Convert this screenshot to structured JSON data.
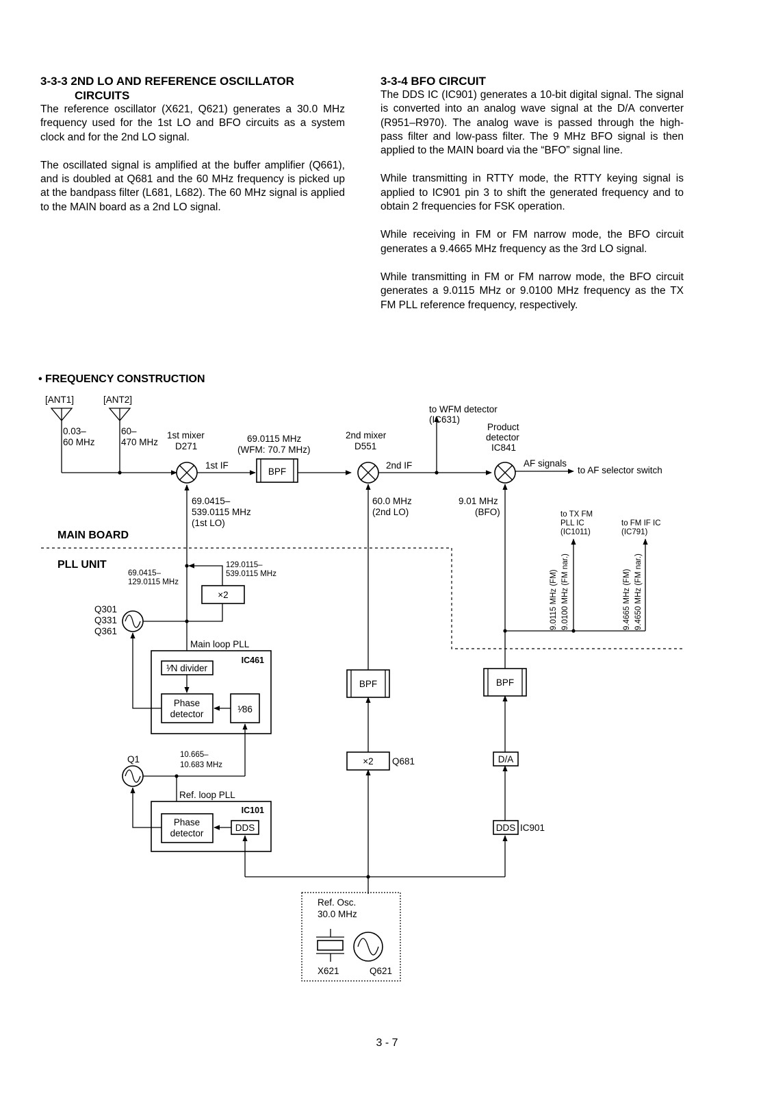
{
  "left": {
    "heading_line1": "3-3-3 2ND LO AND REFERENCE OSCILLATOR",
    "heading_line2": "CIRCUITS",
    "paragraphs": [
      "The reference oscillator (X621, Q621) generates a 30.0 MHz frequency used for the 1st LO and BFO circuits as a system clock and for the 2nd LO signal.",
      "The oscillated signal is amplified at the buffer amplifier (Q661), and is doubled at Q681 and the 60 MHz frequency is picked up at the bandpass filter (L681, L682). The 60 MHz signal is applied to the MAIN board as a 2nd LO signal."
    ]
  },
  "right": {
    "heading": "3-3-4 BFO CIRCUIT",
    "paragraphs": [
      "The DDS IC (IC901) generates a 10-bit digital signal. The signal is converted into an analog wave signal at the D/A converter (R951–R970). The analog wave is passed through the high-pass filter and low-pass filter. The 9 MHz BFO signal is then applied to the MAIN board via the “BFO” signal line.",
      "While transmitting in RTTY mode, the RTTY keying signal is applied to IC901 pin 3 to shift the generated frequency and to obtain 2 frequencies for FSK operation.",
      "While receiving in FM or FM narrow mode, the BFO circuit generates a 9.4665 MHz frequency as the 3rd LO signal.",
      "While transmitting in FM or FM narrow mode, the BFO circuit generates a 9.0115 MHz or 9.0100 MHz frequency as the TX FM PLL reference frequency, respectively."
    ]
  },
  "diagram": {
    "title": "• FREQUENCY CONSTRUCTION",
    "ant1": "[ANT1]",
    "ant2": "[ANT2]",
    "ant1_range": [
      "0.03–",
      "60 MHz"
    ],
    "ant2_range": [
      "60–",
      "470 MHz"
    ],
    "mixer1": [
      "1st mixer",
      "D271"
    ],
    "if1_label": "1st IF",
    "if1_freq": [
      "69.0115 MHz",
      "(WFM: 70.7 MHz)"
    ],
    "bpf": "BPF",
    "mixer2": [
      "2nd mixer",
      "D551"
    ],
    "if2_label": "2nd IF",
    "wfm_detector": [
      "to WFM detector",
      "(IC631)"
    ],
    "product_detector": [
      "Product",
      "detector",
      "IC841"
    ],
    "af_signals": "AF signals",
    "af_selector": "to AF selector switch",
    "lo1_freq": [
      "69.0415–",
      "539.0115 MHz",
      "(1st LO)"
    ],
    "lo2_freq": [
      "60.0 MHz",
      "(2nd LO)"
    ],
    "bfo_freq": [
      "9.01 MHz",
      "(BFO)"
    ],
    "tx_fm_pll": [
      "to TX FM",
      "PLL IC",
      "(IC1011)"
    ],
    "fm_if_ic": [
      "to FM IF IC",
      "(IC791)"
    ],
    "tx_fm_vertical": [
      "9.0115 MHz (FM)",
      "9.0100 MHz (FM nar.)"
    ],
    "fm_if_vertical": [
      "9.4665 MHz (FM)",
      "9.4650 MHz (FM nar.)"
    ],
    "main_board": "MAIN BOARD",
    "pll_unit": "PLL UNIT",
    "vco_low": [
      "69.0415–",
      "129.0115 MHz"
    ],
    "vco_high": [
      "129.0115–",
      "539.0115 MHz"
    ],
    "doubler": "×2",
    "vco_transistors": [
      "Q301",
      "Q331",
      "Q361"
    ],
    "main_loop": "Main loop PLL",
    "ic461": "IC461",
    "n_divider": "¹⁄N divider",
    "phase_detector": [
      "Phase",
      "detector"
    ],
    "div86": "¹⁄86",
    "ref_freq": [
      "10.665–",
      "10.683 MHz"
    ],
    "q1": "Q1",
    "ref_loop": "Ref. loop PLL",
    "ic101": "IC101",
    "dds": "DDS",
    "q681": "Q681",
    "da": "D/A",
    "ic901": "IC901",
    "ref_osc": [
      "Ref. Osc.",
      "30.0 MHz"
    ],
    "x621": "X621",
    "q621": "Q621"
  },
  "page_number": "3 - 7"
}
